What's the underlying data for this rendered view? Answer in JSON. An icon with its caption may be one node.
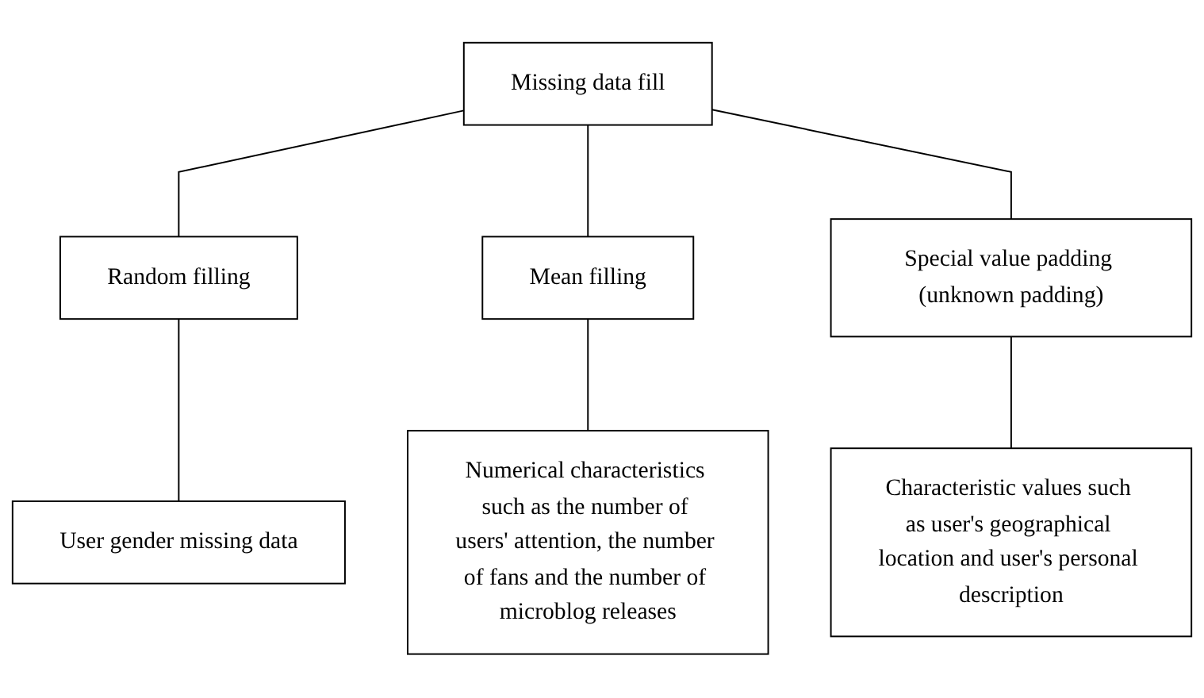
{
  "diagram": {
    "nodes": [
      {
        "text": [
          "Missing data fill"
        ]
      },
      {
        "text": [
          "Random filling"
        ]
      },
      {
        "text": [
          "Mean filling"
        ]
      },
      {
        "text": [
          "Special value padding (unknown padding)"
        ]
      },
      {
        "text": [
          "User gender missing data"
        ]
      },
      {
        "text": [
          "Numerical characteristics such as the number of users' attention, the number of fans and the number of microblog releases"
        ]
      },
      {
        "text": [
          "Characteristic values such as user's geographical location and user's personal description"
        ]
      }
    ],
    "edges": [
      {
        "from": 0,
        "to": 1,
        "arrow": "none"
      },
      {
        "from": 0,
        "to": 2,
        "arrow": "none"
      },
      {
        "from": 0,
        "to": 3,
        "arrow": "none"
      },
      {
        "from": 1,
        "to": 4,
        "arrow": "none"
      },
      {
        "from": 2,
        "to": 5,
        "arrow": "none"
      },
      {
        "from": 3,
        "to": 6,
        "arrow": "none"
      }
    ]
  }
}
